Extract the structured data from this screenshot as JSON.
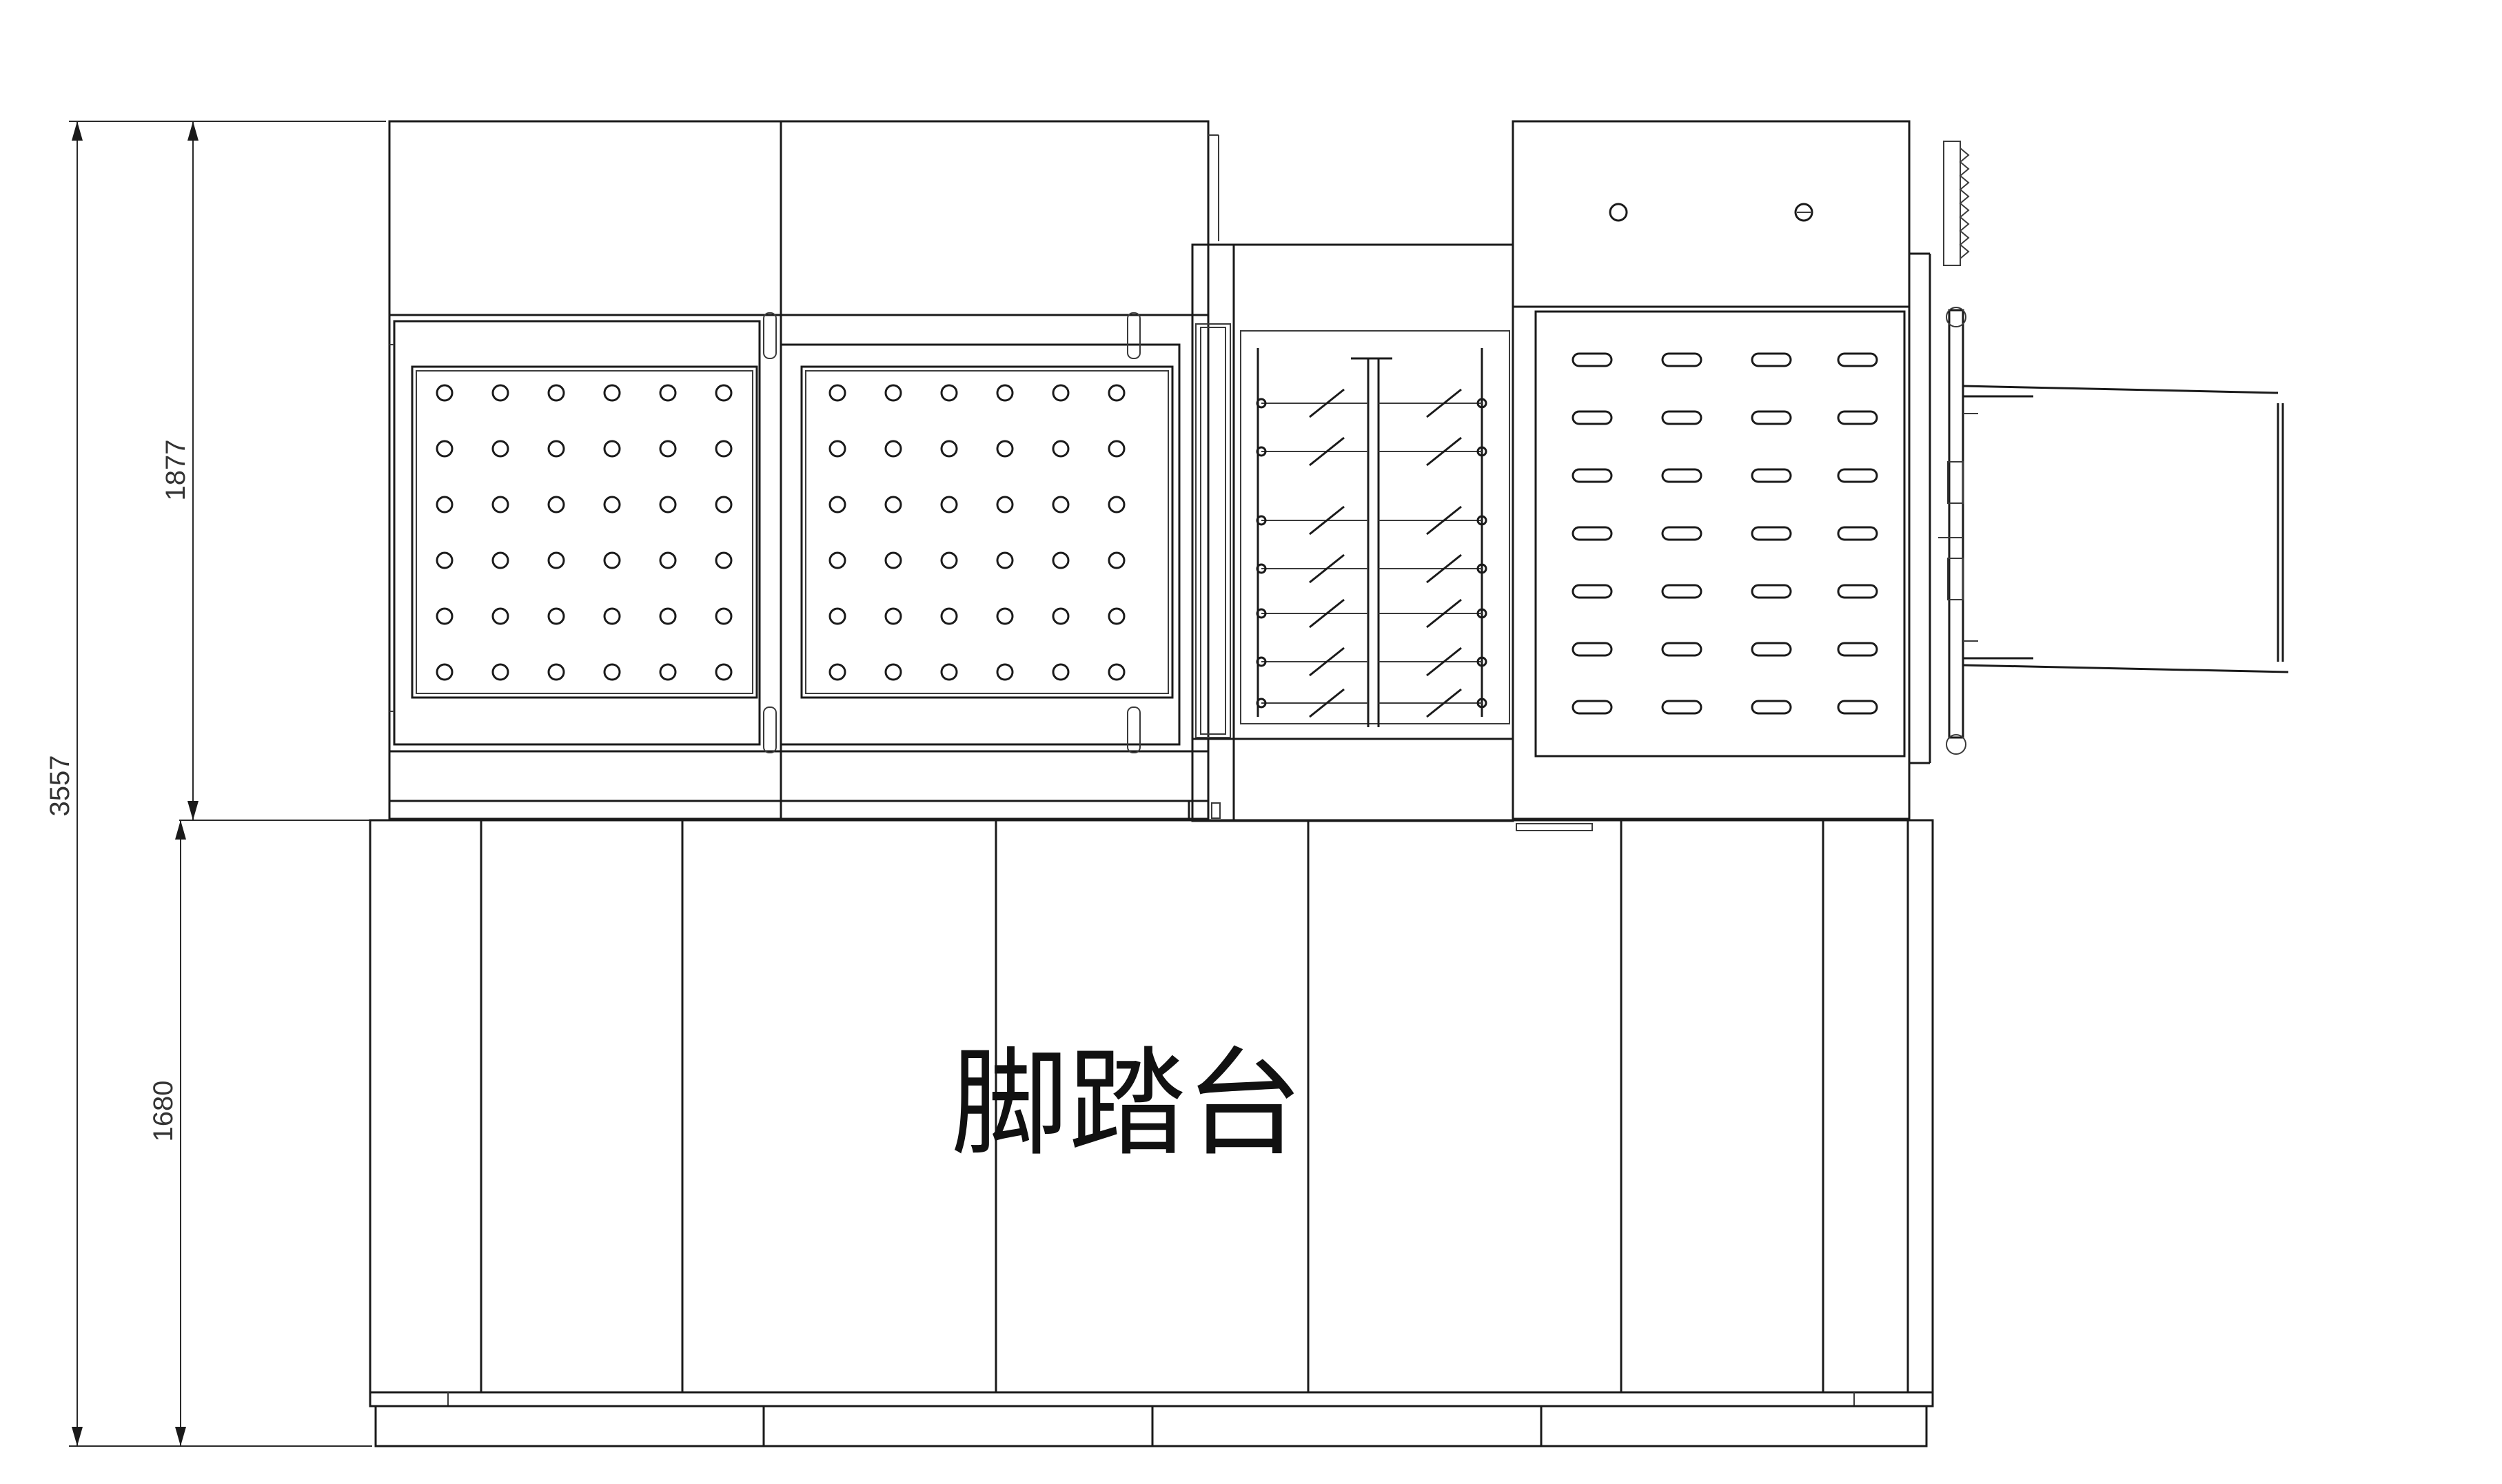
{
  "dimensions": {
    "overall_height": "3557",
    "upper_height": "1877",
    "lower_height": "1680"
  },
  "labels": {
    "platform": "脚踏台"
  },
  "colors": {
    "line": "#1a1a1a",
    "background": "#ffffff"
  }
}
